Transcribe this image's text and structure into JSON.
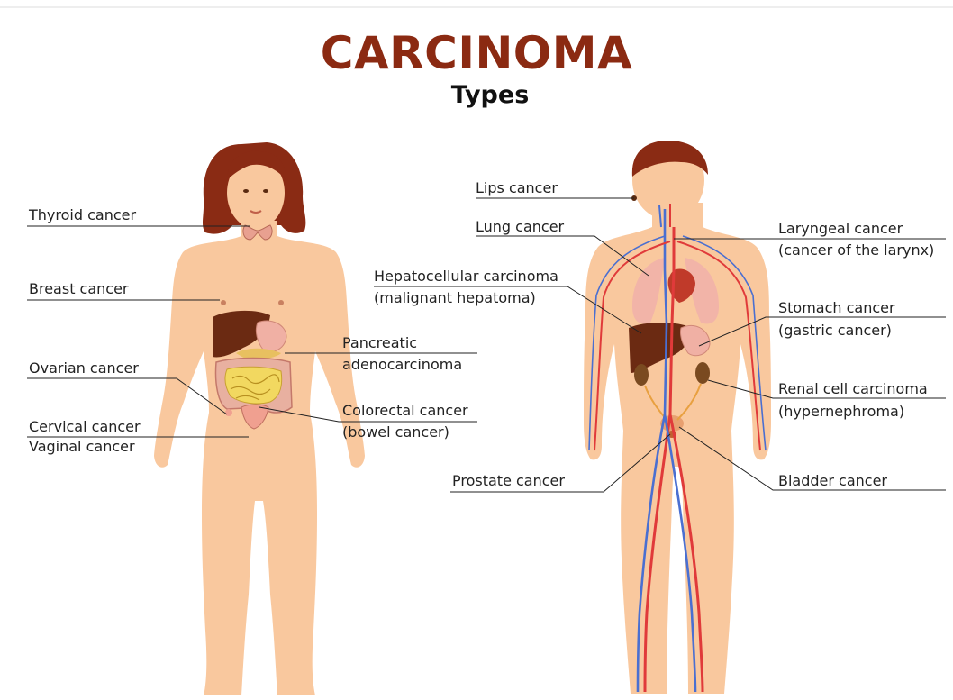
{
  "title": "CARCINOMA",
  "subtitle": "Types",
  "colors": {
    "title": "#8b2a12",
    "skin": "#f9c89e",
    "hair": "#8a2b14",
    "artery": "#e03a3a",
    "vein": "#4a6fd1",
    "liver": "#6b2a12",
    "leader_line": "#222222"
  },
  "female_labels": {
    "thyroid": "Thyroid cancer",
    "breast": "Breast cancer",
    "ovarian": "Ovarian cancer",
    "cervical": "Cervical cancer",
    "vaginal": "Vaginal cancer",
    "pancreatic_1": "Pancreatic",
    "pancreatic_2": "adenocarcinoma",
    "colorectal_1": "Colorectal cancer",
    "colorectal_2": "(bowel cancer)"
  },
  "male_labels": {
    "lips": "Lips cancer",
    "lung": "Lung cancer",
    "hepato_1": "Hepatocellular carcinoma",
    "hepato_2": "(malignant hepatoma)",
    "prostate": "Prostate cancer",
    "laryngeal_1": "Laryngeal cancer",
    "laryngeal_2": "(cancer of the larynx)",
    "stomach_1": "Stomach cancer",
    "stomach_2": "(gastric cancer)",
    "renal_1": "Renal cell carcinoma",
    "renal_2": "(hypernephroma)",
    "bladder": "Bladder cancer"
  }
}
